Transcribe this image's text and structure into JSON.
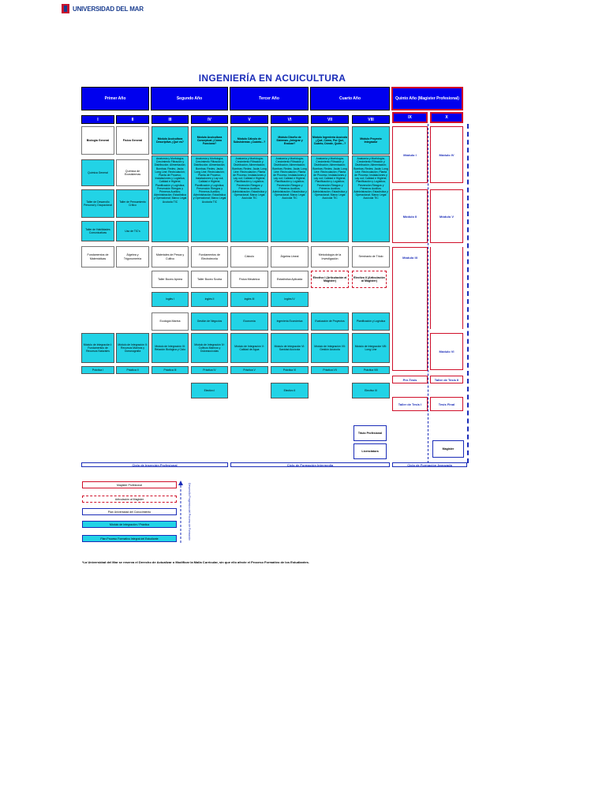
{
  "logo": {
    "text": "UNIVERSIDAD DEL MAR"
  },
  "title": "INGENIERÍA EN ACUICULTURA",
  "years": [
    "Primer Año",
    "Segundo Año",
    "Tercer Año",
    "Cuarto Año",
    "Quinto Año (Magister Profesional)"
  ],
  "semesters": [
    "I",
    "II",
    "III",
    "IV",
    "V",
    "VI",
    "VII",
    "VIII",
    "IX",
    "X"
  ],
  "row1": [
    "Biología General",
    "Física General",
    "Módulo Acuicultura Descriptiva ¿Qué es?",
    "Módulo Acuicultura Conceptual ¿Cómo Funciona?",
    "Módulo Cálculo de Subsistemas ¿Cuánto...?",
    "Módulo Diseño de Sistemas ¿Integrar y Evaluar?",
    "Módulo Ingeniería Acuícola ¿Qué, Cómo, Por Qué, Cuánto, Dónde, Quién...?",
    "Módulo Proyecto Integrador"
  ],
  "row2_left": [
    "Química General",
    "Química de Ecosistemas"
  ],
  "row3_left": [
    "Taller de Desarrollo Personal y Ocupacional",
    "Taller de Pensamiento Crítico"
  ],
  "row4_left": [
    "Taller de Habilidades Comunicativas",
    "Uso de TIC's"
  ],
  "module_content": [
    "Anatomía y Morfología; Crecimiento Filtración y Distribución; Alimentación; Bombas; Redes; Jaula; Long Line; Recirculación; Planta de Proceso; Instalaciones y Logística; Calidad e Higiene; Planificación y Logística; Prevención Riesgos y Primeros Auxilios; Administración; Estadística y Operacional; Marco Legal Acuícola TIC",
    "Anatomía y Morfología; Crecimiento Filtración y Distribución; Alimentación; Bombas; Redes; Jaula; Long Line; Recirculación; Planta de Proceso; Instalaciones y Lay out; Calidad e Higiene; Planificación y Logística; Prevención Riesgos y Primeros Auxilios; Administración; Estadística y Operacional; Marco Legal Acuícola TIC",
    "Anatomía y Morfología; Crecimiento Filtración y Distribución; Alimentación; Bombas; Redes; Jaula; Long Line; Recirculación; Planta de Proceso; Instalaciones y Lay out; Calidad e Higiene; Planificación y Logística; Prevención Riesgos y Primeros Auxilios; Administración; Estadística y Operacional; Marco Legal Acuícola TIC",
    "Anatomía y Morfología; Crecimiento Filtración y Distribución; Alimentación; Bombas; Redes; Jaula; Long Line; Recirculación; Planta de Proceso; Instalaciones y Lay out; Calidad e Higiene; Planificación y Logística; Prevención Riesgos y Primeros Auxilios; Administración; Estadística y Operacional; Marco Legal Acuícola TIC",
    "Anatomía y Morfología; Crecimiento Filtración y Distribución; Alimentación; Bombas; Redes; Jaula; Long Line; Recirculación; Planta de Proceso; Instalaciones y Lay out; Calidad e Higiene; Planificación y Logística; Prevención Riesgos y Primeros Auxilios; Administración; Estadística y Operacional; Marco Legal Acuícola TIC",
    "Anatomía y Morfología; Crecimiento Filtración y Distribución; Alimentación; Bombas; Redes; Jaula; Long Line; Recirculación; Planta de Proceso; Instalaciones y Lay out; Calidad e Higiene; Planificación y Logística; Prevención Riesgos y Primeros Auxilios; Administración; Estadística y Operacional; Marco Legal Acuícola TIC"
  ],
  "row5": [
    "Fundamentos de Matemáticas",
    "Álgebra y Trigonometría",
    "Materiales de Pesca y Cultivo",
    "Fundamentos de Electrotecnia",
    "Cálculo",
    "Álgebra Lineal",
    "Metodología de la Investigación",
    "Seminario de Título"
  ],
  "row6": [
    "Taller Buceo Apnea",
    "Taller Buceo Scuba",
    "Física Mecánica",
    "Estadística Aplicada",
    "Electivo I (Articulación al Magister)",
    "Electivo II (Articulación al Magister)"
  ],
  "row7": [
    "Inglés I",
    "Inglés II",
    "Inglés III",
    "Inglés IV"
  ],
  "row8": [
    "Ecología Marina",
    "Gestión de Negocios",
    "Economía",
    "Ingeniería Económica",
    "Evaluación de Proyectos",
    "Planificación y Logística"
  ],
  "row9": [
    "Módulo de Integración I: Fundamentos de Recursos Naturales",
    "Módulo de Integración II: Recursos Marinos y Oceanografía",
    "Módulo de Integración III: Relación Biológica y Ciclo",
    "Módulo de Integración IV: Cultivos Marinos y Dulceacuícolas",
    "Módulo de Integración V: Calidad de Agua",
    "Módulo de Integración VI: Sanidad Acuícola",
    "Módulo de Integración VII: Gestión Acuícola",
    "Módulo de Integración VIII: Long Line"
  ],
  "row10": [
    "Práctica I",
    "Práctica II",
    "Práctica III",
    "Práctica IV",
    "Práctica V",
    "Práctica VI",
    "Práctica VII",
    "Práctica VIII"
  ],
  "row11": [
    "Electivo I",
    "Electivo II",
    "Electivo III"
  ],
  "degrees": [
    "Título Profesional",
    "Licenciatura",
    "Magister"
  ],
  "modules": [
    "Módulo I",
    "Módulo II",
    "Módulo III",
    "Módulo IV",
    "Módulo V",
    "Módulo VI"
  ],
  "thesis": [
    "Pre-Tesis",
    "Taller de Tesis II",
    "Taller de Tesis I",
    "Tesis Final"
  ],
  "cycles": [
    "Ciclo de Inserción Profesional",
    "Ciclo de Formación Intermedia",
    "Ciclo de Formación Avanzada"
  ],
  "legend": [
    "Magister Profesional",
    "Articulación al Magister",
    "Plan Universidad del Conocimiento",
    "Módulo de Integración / Práctica",
    "Plan Proceso Formativo Integral del Estudiante"
  ],
  "vertical_text": "Desarrollo Progresivo del Proceso de Formación",
  "footnote": "*La Universidad del Mar se reserva el Derecho de Actualizar o Modificar la Malla Curricular, sin que ello afecte el Proceso Formativo de los Estudiantes.",
  "colors": {
    "header_blue": "#0000ee",
    "cyan": "#22d3e6",
    "magister_red": "#d0102a",
    "text_blue": "#1a2cb8"
  }
}
